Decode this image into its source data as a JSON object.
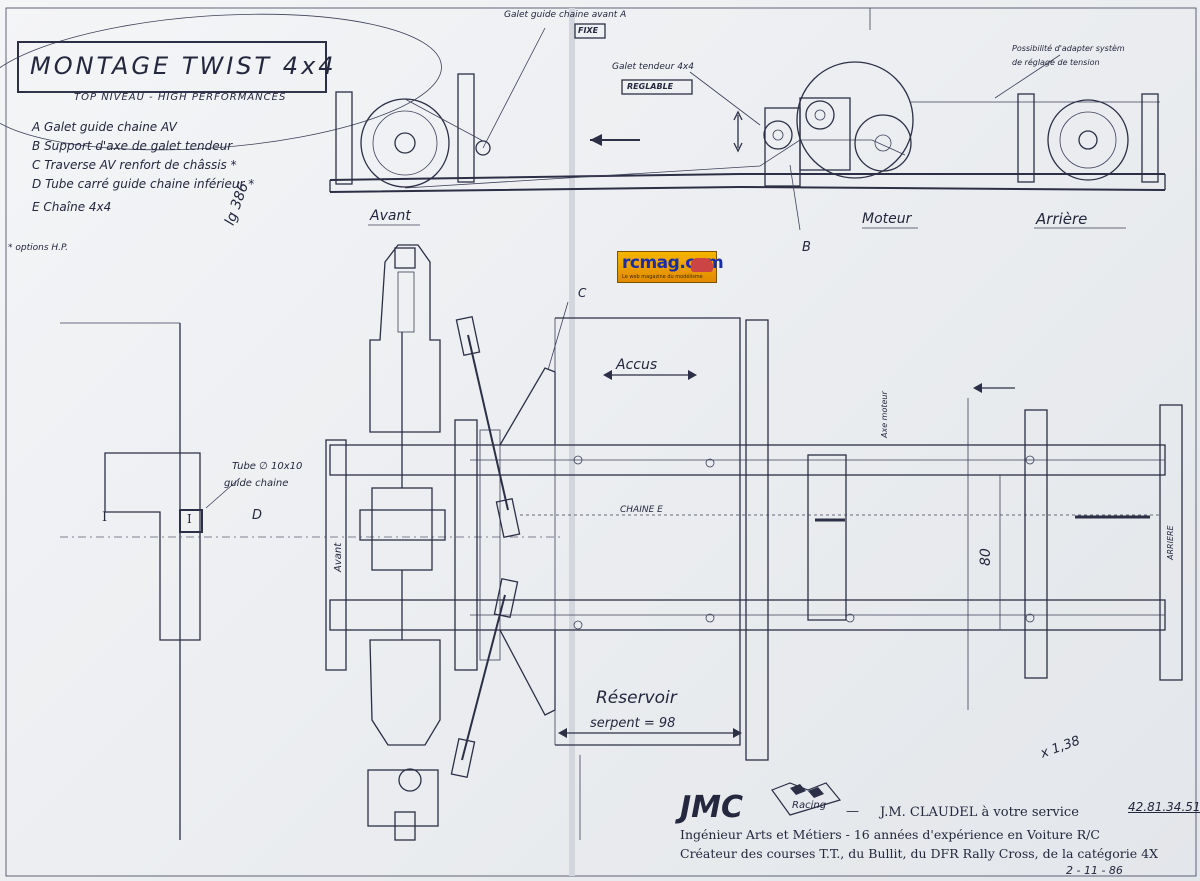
{
  "title_block": {
    "title": "MONTAGE TWIST 4x4",
    "subtitle": "TOP NIVEAU - HIGH PERFORMANCES"
  },
  "legend": [
    {
      "key": "A",
      "text": "Galet guide chaine AV"
    },
    {
      "key": "B",
      "text": "Support d'axe de galet tendeur"
    },
    {
      "key": "C",
      "text": "Traverse AV renfort de châssis *"
    },
    {
      "key": "D",
      "text": "Tube carré guide chaine inférieur *"
    },
    {
      "key": "E",
      "text": "Chaîne 4x4"
    }
  ],
  "options_note": "* options H.P.",
  "dimension_note": "lg 386",
  "side_view": {
    "label_a": "Galet guide chaine avant A",
    "box_fixe": "FIXE",
    "label_tendeur": "Galet tendeur 4x4",
    "box_reglable": "REGLABLE",
    "note_right_1": "Possibilité d'adapter systèm",
    "note_right_2": "de réglage de tension",
    "section_avant": "Avant",
    "section_moteur": "Moteur",
    "section_arriere": "Arrière",
    "mark_b": "B"
  },
  "plan_view": {
    "mark_c": "C",
    "accus": "Accus",
    "reservoir": "Réservoir",
    "serpent": "serpent = 98",
    "chaine": "CHAINE E",
    "axe_moteur": "Axe moteur",
    "avant_vertical": "Avant",
    "arriere_vertical": "ARRIERE",
    "dim_80": "80",
    "scale_note": "x 1,38"
  },
  "detail": {
    "tube_label_1": "Tube ∅ 10x10",
    "tube_label_2": "guide chaine",
    "mark_d": "D",
    "mark_i_left": "I",
    "mark_i_center": "I"
  },
  "logo": {
    "text": "rcmag.com",
    "sub": "Le web magazine du modélisme"
  },
  "footer": {
    "brand": "JMC",
    "brand_sub": "Racing",
    "dash": "—",
    "claudel": "J.M. CLAUDEL à votre service",
    "phone": "42.81.34.51",
    "line2": "Ingénieur Arts et Métiers - 16 années d'expérience en Voiture R/C",
    "line3": "Créateur des courses T.T., du Bullit, du DFR Rally Cross, de la catégorie 4X",
    "date": "2 - 11 - 86"
  }
}
